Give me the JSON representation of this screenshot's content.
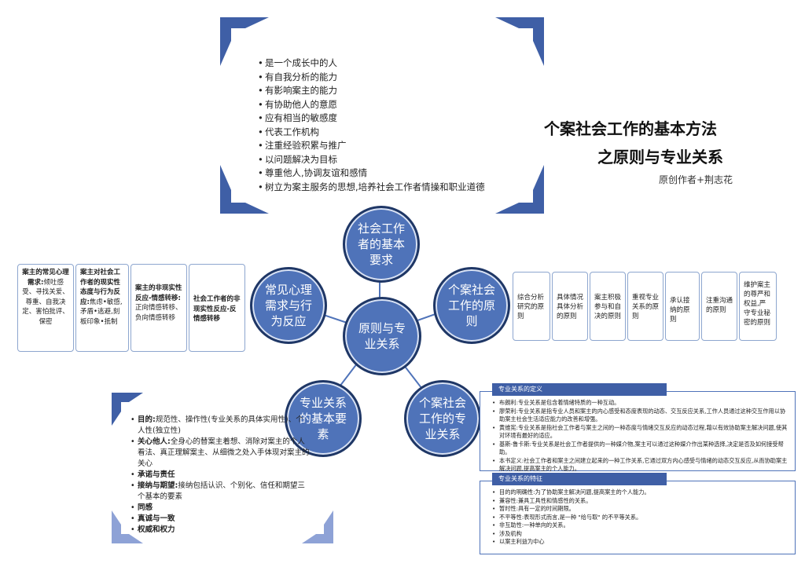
{
  "title_line1": "个案社会工作的基本方法",
  "title_line2": "之原则与专业关系",
  "author": "原创作者+荆志花",
  "colors": {
    "node_fill": "#4f73b9",
    "node_border": "#1f3766",
    "bracket": "#3f5fa6",
    "bracket_light": "#8ea2d6",
    "panel_head": "#3f5fa6"
  },
  "nodes": {
    "center": "原则与专业关系",
    "top": "社会工作者的基本要求",
    "right": "个案社会工作的原则",
    "left": "常见心理需求与行为反应",
    "bottom_left": "专业关系的基本要素",
    "bottom_right": "个案社会工作的专业关系"
  },
  "requirements": [
    "是一个成长中的人",
    "有自我分析的能力",
    "有影响案主的能力",
    "有协助他人的意愿",
    "应有相当的敏感度",
    "代表工作机构",
    "注重经验积累与推广",
    "以问题解决为目标",
    "尊重他人,协调友谊和感情",
    "树立为案主服务的思想,培养社会工作者情操和职业道德"
  ],
  "principles": [
    "综合分析研究的原则",
    "具体情况具体分析的原则",
    "案主积极参与和自决的原则",
    "重视专业关系的原则",
    "承认接纳的原则",
    "注重沟通的原则",
    "维护案主的尊严和权益,严守专业秘密的原则"
  ],
  "reactions": [
    {
      "title": "案主的常见心理需求:",
      "text": "倾吐感受、寻找关爱、尊重、自我决定、害怕批评、保密"
    },
    {
      "title": "案主对社会工作者的现实性态度与行为反应:",
      "text": "焦虑•敏感,矛盾•逃避,刻板印象•抵制"
    },
    {
      "title": "案主的非现实性反应-情感转移:",
      "text": "正向情感转移、负向情感转移"
    },
    {
      "title": "社会工作者的非现实性反应-反情感转移",
      "text": ""
    }
  ],
  "elements": [
    {
      "label": "目的:",
      "text": "规范性、操作性(专业关系的具体实用性)、个人性(独立性)"
    },
    {
      "label": "关心他人:",
      "text": "全身心的替案主着想、消除对案主的个人看法、真正理解案主、从细微之处入手体现对案主的关心"
    },
    {
      "label": "承诺与责任",
      "text": ""
    },
    {
      "label": "接纳与期望:",
      "text": "接纳包括认识、个别化、信任和期望三个基本的要素"
    },
    {
      "label": "同感",
      "text": ""
    },
    {
      "label": "真诚与一致",
      "text": ""
    },
    {
      "label": "权威和权力",
      "text": ""
    }
  ],
  "definition_panel": {
    "heading": "专业关系的定义",
    "items": [
      "布朗利:专业关系是包含着情绪特质的一种互动。",
      "廖荣利:专业关系是指专业人员和案主的内心感受和态度表现的动态、交互反应关系,工作人员通过这种交互作用以协助案主社会生活适应能力的改善和增强。",
      "黄维宪:专业关系是指社会工作者与案主之间的一种态度与情绪交互反应的动态过程,藉以有效协助案主解决问题,使其对环境有最好的适应。",
      "基斯-鲁卡斯:专业关系是社会工作者提供的一种媒介物,案主可以通过这种媒介作出某种选择,决定是否及如何接受帮助。",
      "本书定义:社会工作者和案主之间建立起来的一种工作关系,它通过双方内心感受与情绪的动态交互反应,从而协助案主解决问题,提高案主的个人能力。"
    ]
  },
  "features_panel": {
    "heading": "专业关系的特征",
    "items": [
      "目的的明确性:为了协助案主解决问题,提高案主的个人能力。",
      "兼容性:兼具工具性和情感性的关系。",
      "暂时性:具有一定的时间期限。",
      "不平等性:表现形式而言,是一种 \"给与取\" 的不平等关系。",
      "非互助性:一种单向的关系。",
      "涉及机构",
      "以案主利益为中心"
    ]
  }
}
